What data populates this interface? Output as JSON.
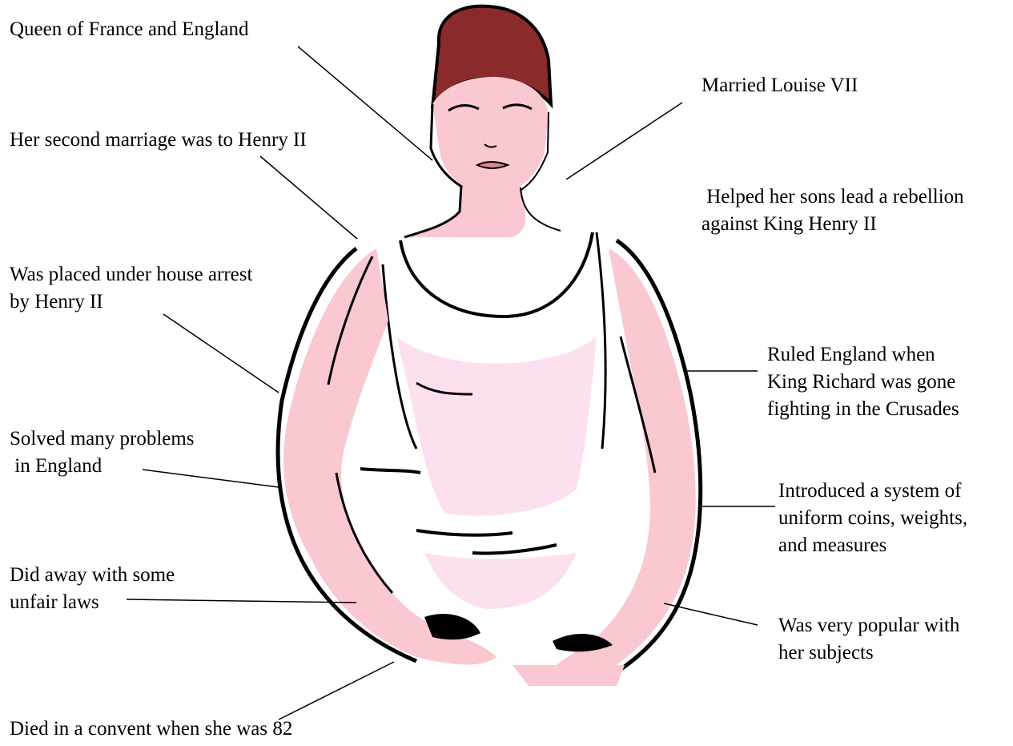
{
  "figure": {
    "hair_color": "#8b2a2a",
    "skin_color": "#f9c8d0",
    "shirt_shade_color": "#fde0ef",
    "outline_color": "#000000",
    "leader_line_color": "#000000"
  },
  "labels": {
    "queen": [
      "Queen of France and England"
    ],
    "second_marriage": [
      "Her second marriage was to Henry II"
    ],
    "house_arrest": [
      "Was placed under house arrest",
      "by Henry II"
    ],
    "problems": [
      "Solved many problems",
      " in England"
    ],
    "unfair_laws": [
      "Did away with some",
      "unfair laws"
    ],
    "died": [
      "Died in a convent when she was 82"
    ],
    "married": [
      "Married Louise VII"
    ],
    "rebellion": [
      " Helped her sons lead a rebellion",
      "against King Henry II"
    ],
    "ruled": [
      "Ruled England when",
      "King Richard was gone",
      "fighting in the Crusades"
    ],
    "coins": [
      "Introduced a system of",
      "uniform coins, weights,",
      "and measures"
    ],
    "popular": [
      "Was very popular with",
      "her subjects"
    ]
  }
}
